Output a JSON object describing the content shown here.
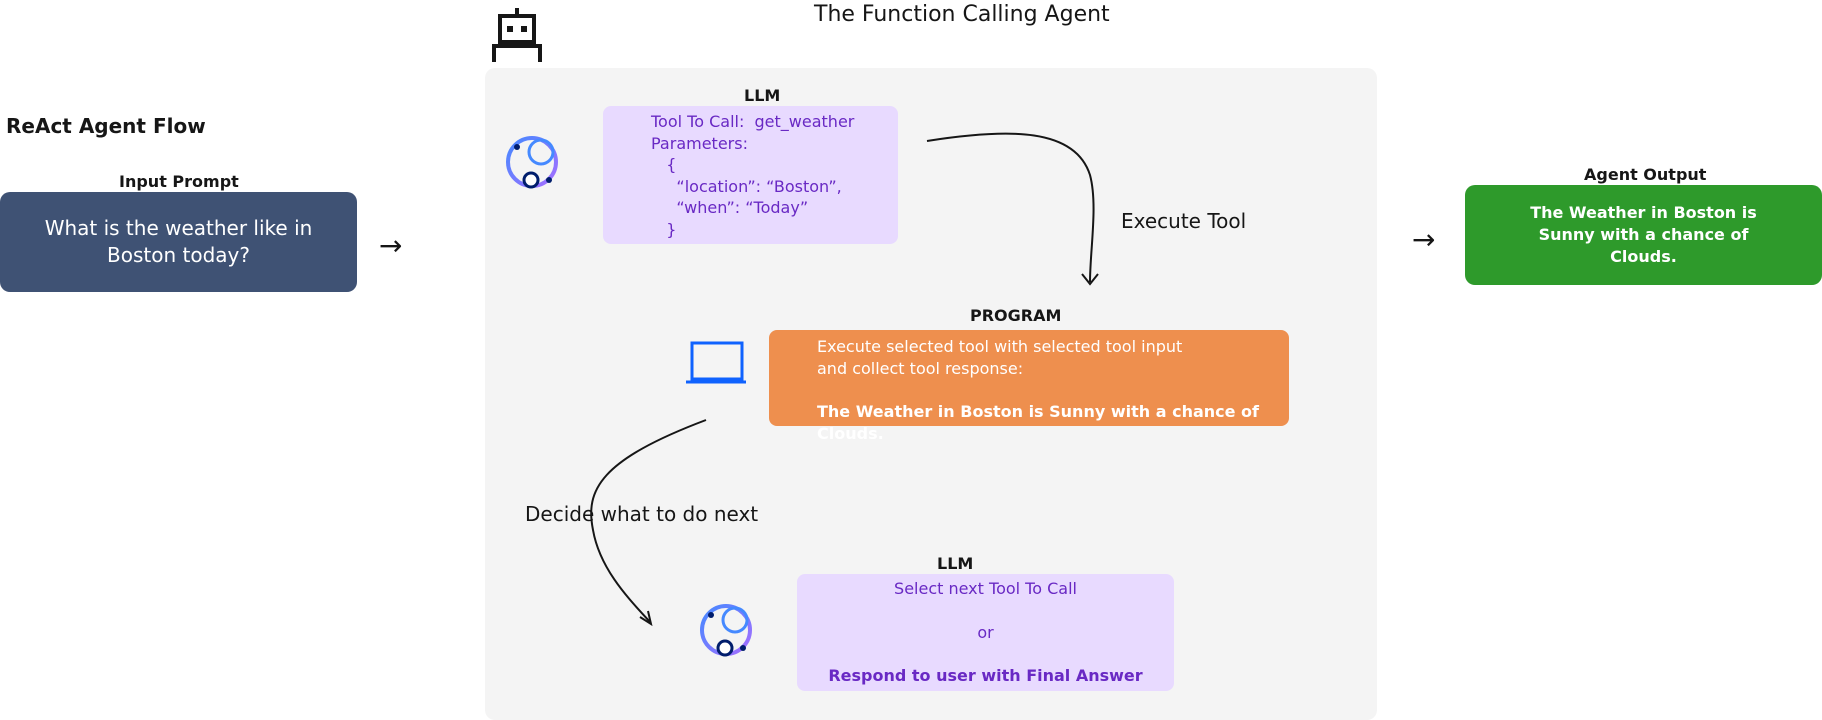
{
  "diagram": {
    "title": "The Function Calling Agent",
    "flow_title": "ReAct Agent Flow",
    "input": {
      "label": "Input Prompt",
      "text": "What is the weather like in Boston today?"
    },
    "llm_call": {
      "label": "LLM",
      "line1": "Tool To Call:  get_weather",
      "line2": "Parameters:",
      "line3": "   {",
      "line4": "     “location”: “Boston”,",
      "line5": "     “when”: “Today”",
      "line6": "   }"
    },
    "execute_label": "Execute Tool",
    "program": {
      "label": "PROGRAM",
      "line1": "Execute selected tool with selected tool input",
      "line2": "and collect tool response:",
      "result": "The Weather in Boston is Sunny with a chance of Clouds."
    },
    "decide_label": "Decide what to do next",
    "llm_next": {
      "label": "LLM",
      "line1": "Select next Tool To Call",
      "line2": "or",
      "line3": "Respond to user with Final Answer"
    },
    "output": {
      "label": "Agent Output",
      "text": "The Weather in Boston is Sunny with a chance of Clouds."
    },
    "arrow_glyph": "→"
  },
  "colors": {
    "input_bg": "#3f5274",
    "panel_bg": "#f4f4f4",
    "llm_bg": "#e8daff",
    "llm_text": "#6929c4",
    "program_bg": "#ee8f4e",
    "output_bg": "#2e9a2b",
    "icon_blue": "#0f62fe"
  },
  "icons": [
    "robot-icon",
    "llm-orb-icon",
    "laptop-icon",
    "llm-orb-icon"
  ]
}
